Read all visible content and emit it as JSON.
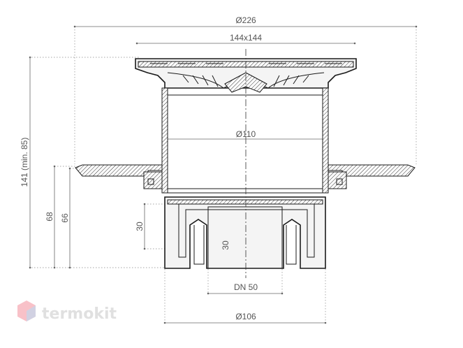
{
  "dimensions": {
    "outer_diameter": "Ø226",
    "grate_size": "144x144",
    "body_diameter": "Ø110",
    "total_height": "141 (min. 85)",
    "height_68": "68",
    "height_66": "66",
    "depth_30_left": "30",
    "depth_30_center": "30",
    "outlet": "DN 50",
    "outlet_diameter": "Ø106"
  },
  "logo": {
    "text": "termokit",
    "color": "#e8334a"
  }
}
